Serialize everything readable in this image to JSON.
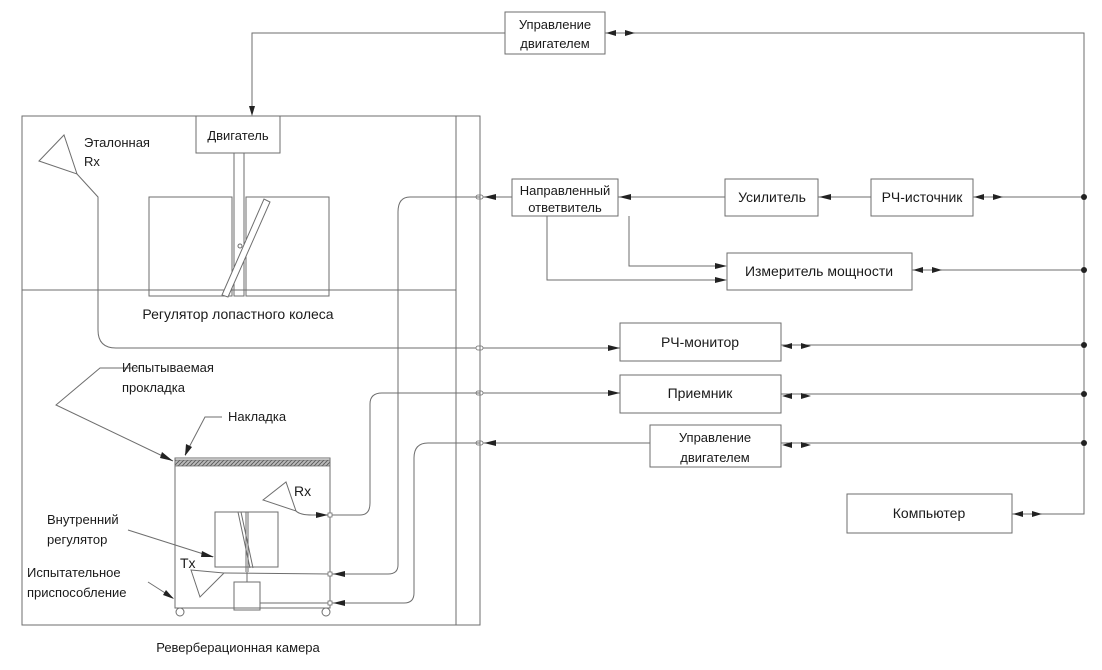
{
  "blocks": {
    "motor_control_top": [
      "Управление",
      "двигателем"
    ],
    "motor": "Двигатель",
    "directional_coupler": [
      "Направленный",
      "ответвитель"
    ],
    "amplifier": "Усилитель",
    "rf_source": "РЧ-источник",
    "power_meter": "Измеритель мощности",
    "rf_monitor": "РЧ-монитор",
    "receiver": "Приемник",
    "motor_control_bottom": [
      "Управление",
      "двигателем"
    ],
    "computer": "Компьютер"
  },
  "labels": {
    "reference_rx": [
      "Эталонная",
      "Rx"
    ],
    "paddle_tuner": "Регулятор лопастного колеса",
    "gasket_under_test": [
      "Испытываемая",
      "прокладка"
    ],
    "overlay": "Накладка",
    "rx": "Rx",
    "tx": "Tx",
    "internal_tuner": [
      "Внутренний",
      "регулятор"
    ],
    "test_fixture": [
      "Испытательное",
      "приспособление"
    ],
    "chamber": "Реверберационная камера"
  }
}
